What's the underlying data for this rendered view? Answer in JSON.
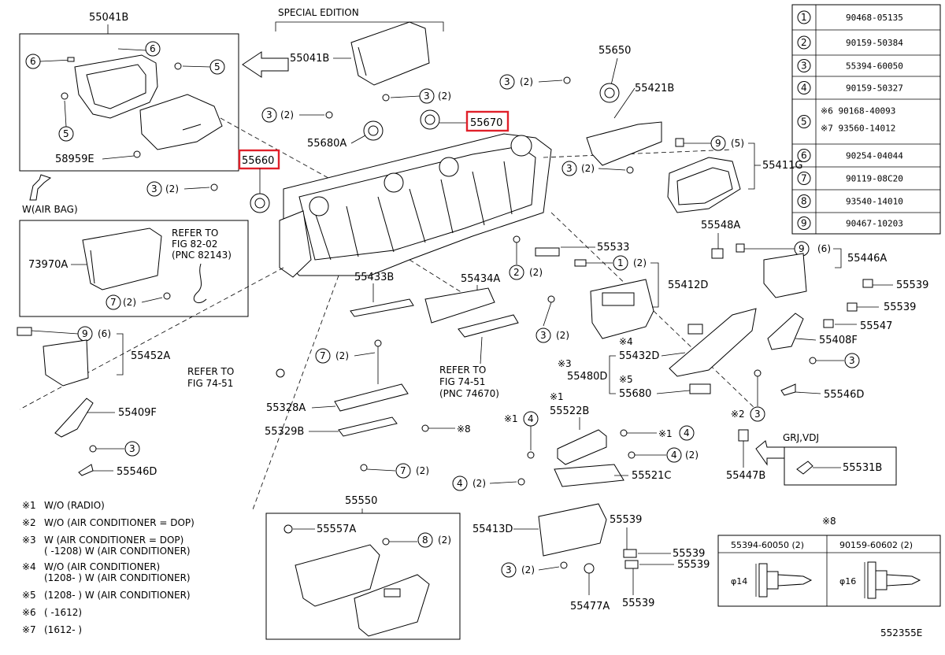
{
  "diagram": {
    "page_code": "552355E",
    "special_edition_label": "SPECIAL EDITION",
    "airbag_label": "W(AIR BAG)",
    "grj_label": "GRJ,VDJ",
    "highlighted_parts": [
      "55660",
      "55670"
    ],
    "colors": {
      "highlight": "#e0202a",
      "line": "#000000",
      "background": "#ffffff"
    },
    "callouts": {
      "c1": "55041B",
      "c2": "55041B",
      "c3": "58959E",
      "c4": "55660",
      "c5": "55680A",
      "c6": "55670",
      "c7": "55650",
      "c8": "55421B",
      "c9": "55411G",
      "c10": "73970A",
      "c11": "55433B",
      "c12": "55434A",
      "c13": "55533",
      "c14": "55548A",
      "c15": "55446A",
      "c16": "55412D",
      "c17": "55539",
      "c18": "55539",
      "c19": "55547",
      "c20": "55408F",
      "c21": "55452A",
      "c22": "55432D",
      "c23": "55480D",
      "c24": "55680",
      "c25": "55546D",
      "c26": "55328A",
      "c27": "55329B",
      "c28": "55409F",
      "c29": "55546D",
      "c30": "55522B",
      "c31": "55521C",
      "c32": "55447B",
      "c33": "55531B",
      "c34": "55550",
      "c35": "55557A",
      "c36": "55413D",
      "c37": "55539",
      "c38": "55539",
      "c39": "55539",
      "c40": "55477A",
      "c41": "55539"
    },
    "refs": {
      "r1": [
        "REFER TO",
        "FIG 82-02",
        "(PNC 82143)"
      ],
      "r2": [
        "REFER TO",
        "FIG 74-51"
      ],
      "r3": [
        "REFER TO",
        "FIG 74-51",
        "(PNC 74670)"
      ]
    },
    "fastener_table": [
      {
        "no": "1",
        "parts": [
          "90468-05135"
        ]
      },
      {
        "no": "2",
        "parts": [
          "90159-50384"
        ]
      },
      {
        "no": "3",
        "parts": [
          "55394-60050"
        ]
      },
      {
        "no": "4",
        "parts": [
          "90159-50327"
        ]
      },
      {
        "no": "5",
        "parts": [
          "※6 90168-40093",
          "※7 93560-14012"
        ]
      },
      {
        "no": "6",
        "parts": [
          "90254-04044"
        ]
      },
      {
        "no": "7",
        "parts": [
          "90119-08C20"
        ]
      },
      {
        "no": "8",
        "parts": [
          "93540-14010"
        ]
      },
      {
        "no": "9",
        "parts": [
          "90467-10203"
        ]
      }
    ],
    "notes": [
      {
        "mark": "※1",
        "text": "W/O (RADIO)"
      },
      {
        "mark": "※2",
        "text": "W/O (AIR  CONDITIONER = DOP)"
      },
      {
        "mark": "※3",
        "text": "W (AIR  CONDITIONER = DOP)"
      },
      {
        "mark": "",
        "text": "(      -1208)  W (AIR  CONDITIONER)"
      },
      {
        "mark": "※4",
        "text": "W/O (AIR  CONDITIONER)"
      },
      {
        "mark": "",
        "text": "(1208-      )  W (AIR  CONDITIONER)"
      },
      {
        "mark": "※5",
        "text": "(1208-      )  W (AIR  CONDITIONER)"
      },
      {
        "mark": "※6",
        "text": "(      -1612)"
      },
      {
        "mark": "※7",
        "text": "(1612-      )"
      }
    ],
    "screw_table": {
      "title": "※8",
      "headers": [
        "55394-60050 (2)",
        "90159-60602 (2)"
      ],
      "dims": [
        "φ14",
        "φ16"
      ]
    },
    "circle_labels": {
      "q1": "(2)",
      "q2": "(2)",
      "q3": "(2)",
      "q4": "(2)",
      "q5": "(2)",
      "q6": "(5)",
      "q7": "(2)",
      "q8": "(2)",
      "q9": "(6)",
      "q10": "(2)",
      "q11": "(2)",
      "q12": "(6)",
      "q13": "(2)",
      "q14": "(2)",
      "q15": "(2)",
      "q16": "(2)",
      "q17": "(2)",
      "q18": "(2)",
      "q19": "(2)",
      "q20": "(2)",
      "q21": "(2)",
      "sp1": "※1",
      "sp2": "※1",
      "sp3": "※2",
      "sp4": "※3",
      "sp5": "※4",
      "sp6": "※5",
      "sp7": "※8",
      "sp8": "※1"
    }
  }
}
